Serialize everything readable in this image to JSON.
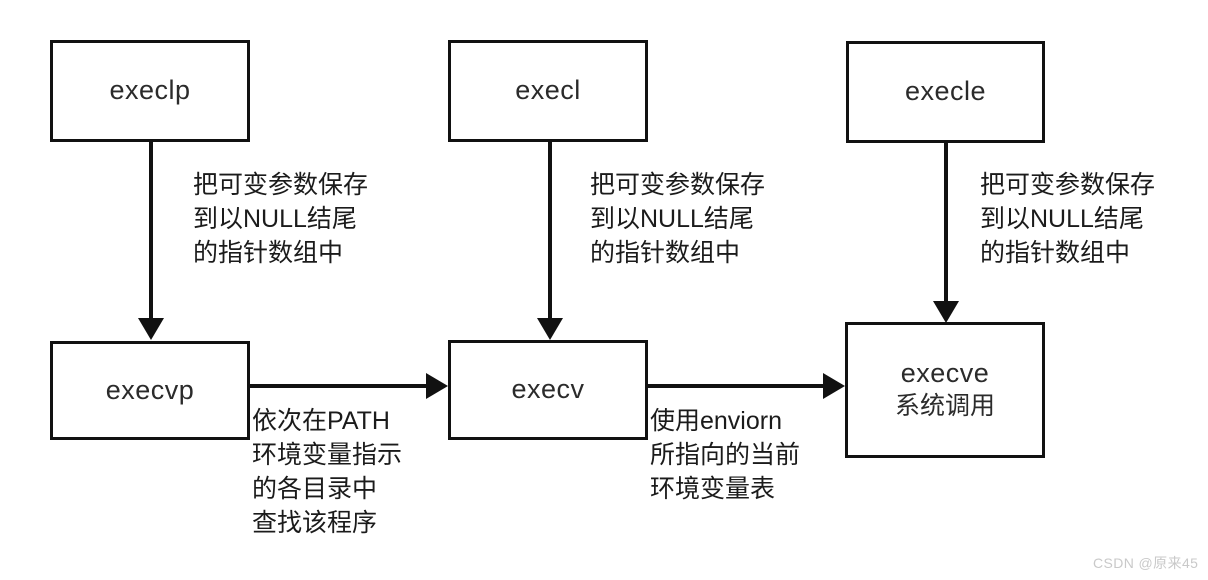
{
  "diagram": {
    "title": "exec family function relationship diagram",
    "colors": {
      "stroke": "#111111",
      "node_text": "#2b2b2b",
      "annotation_text": "#1b1b1b",
      "background": "#ffffff",
      "watermark": "#c9c9c9"
    },
    "nodes": [
      {
        "id": "execlp",
        "label": "execlp",
        "sub": ""
      },
      {
        "id": "execl",
        "label": "execl",
        "sub": ""
      },
      {
        "id": "execle",
        "label": "execle",
        "sub": ""
      },
      {
        "id": "execvp",
        "label": "execvp",
        "sub": ""
      },
      {
        "id": "execv",
        "label": "execv",
        "sub": ""
      },
      {
        "id": "execve",
        "label": "execve",
        "sub": "系统调用"
      }
    ],
    "annotations": [
      {
        "id": "execlp-to-execvp",
        "text": "把可变参数保存\n到以NULL结尾\n的指针数组中"
      },
      {
        "id": "execl-to-execv",
        "text": "把可变参数保存\n到以NULL结尾\n的指针数组中"
      },
      {
        "id": "execle-to-execve",
        "text": "把可变参数保存\n到以NULL结尾\n的指针数组中"
      },
      {
        "id": "execvp-to-execv",
        "text": "依次在PATH\n环境变量指示\n的各目录中\n查找该程序"
      },
      {
        "id": "execv-to-execve",
        "text": "使用enviorn\n所指向的当前\n环境变量表"
      }
    ],
    "edges": [
      {
        "id": "edge-execlp-execvp",
        "from": "execlp",
        "to": "execvp",
        "direction": "down"
      },
      {
        "id": "edge-execl-execv",
        "from": "execl",
        "to": "execv",
        "direction": "down"
      },
      {
        "id": "edge-execle-execve",
        "from": "execle",
        "to": "execve",
        "direction": "down"
      },
      {
        "id": "edge-execvp-execv",
        "from": "execvp",
        "to": "execv",
        "direction": "right"
      },
      {
        "id": "edge-execv-execve",
        "from": "execv",
        "to": "execve",
        "direction": "right"
      }
    ],
    "watermark": "CSDN @原来45"
  }
}
